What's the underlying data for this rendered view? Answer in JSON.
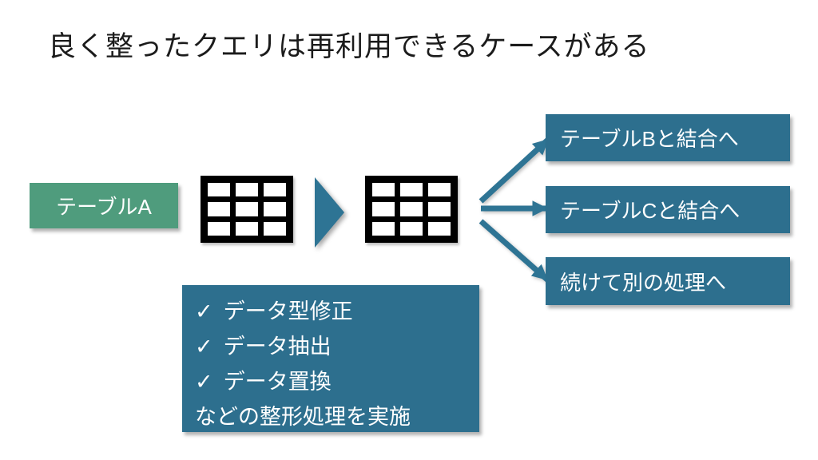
{
  "slide": {
    "title": "良く整ったクエリは再利用できるケースがある",
    "source": {
      "label": "テーブルA"
    },
    "outputs": [
      {
        "label": "テーブルBと結合へ"
      },
      {
        "label": "テーブルCと結合へ"
      },
      {
        "label": "続けて別の処理へ"
      }
    ],
    "process": {
      "check_glyph": "✓",
      "items": [
        "データ型修正",
        "データ抽出",
        "データ置換"
      ],
      "footer": "などの整形処理を実施"
    },
    "colors": {
      "source_box": "#4F9C7D",
      "teal_box": "#2D6F8E",
      "arrow": "#2E7494",
      "table_icon": "#000000",
      "title_text": "#1B1B1B",
      "box_text": "#FFFFFF"
    }
  }
}
